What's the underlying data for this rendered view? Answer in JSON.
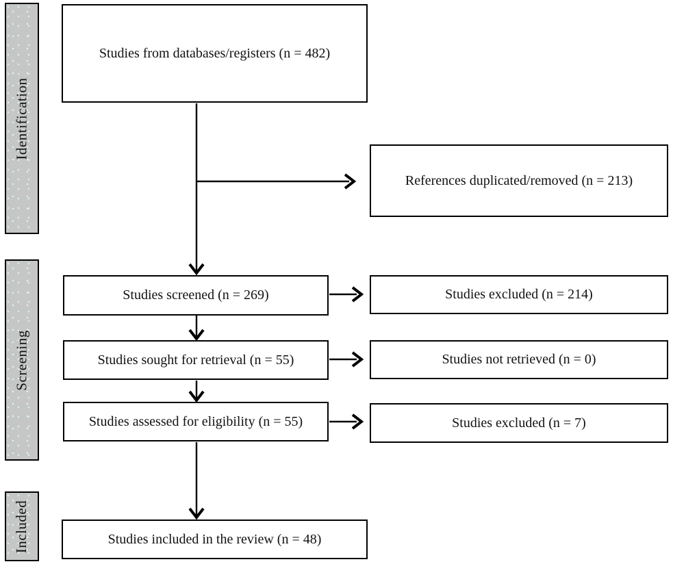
{
  "stages": {
    "identification": "Identification",
    "screening": "Screening",
    "included": "Included"
  },
  "boxes": {
    "databases": "Studies from databases/registers (n = 482)",
    "duplicated": "References duplicated/removed (n = 213)",
    "screened": "Studies screened (n = 269)",
    "excluded_screened": "Studies excluded (n = 214)",
    "sought": "Studies sought for retrieval (n = 55)",
    "not_retrieved": "Studies not retrieved (n = 0)",
    "assessed": "Studies assessed for eligibility (n = 55)",
    "excluded_assessed": "Studies excluded (n = 7)",
    "included_review": "Studies included in the review (n = 48)"
  },
  "colors": {
    "stage_fill": "#c5c7c6",
    "stage_dot": "#d9eee3",
    "box_border": "#000000",
    "background": "#ffffff",
    "text": "#111111"
  }
}
